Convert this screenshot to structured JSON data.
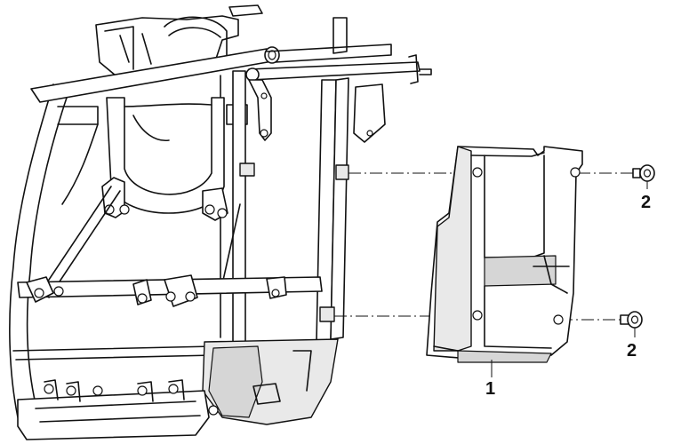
{
  "callouts": [
    {
      "id": "1",
      "label": "1"
    },
    {
      "id": "2a",
      "label": "2"
    },
    {
      "id": "2b",
      "label": "2"
    }
  ]
}
